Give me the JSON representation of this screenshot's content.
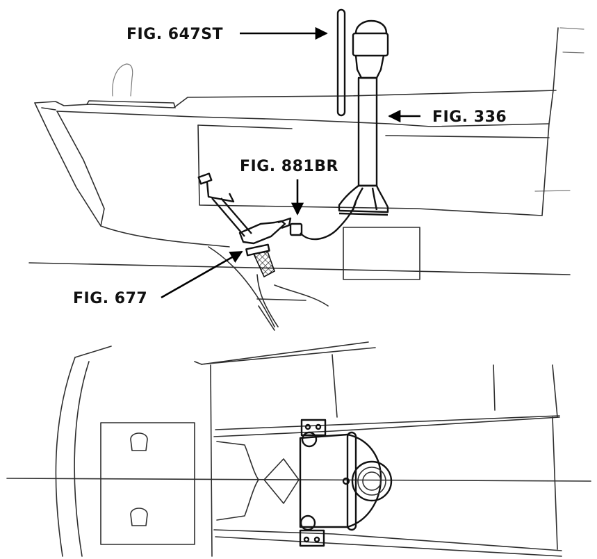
{
  "labels": {
    "fig_647st": "FIG. 647ST",
    "fig_336": "FIG. 336",
    "fig_881br": "FIG. 881BR",
    "fig_677": "FIG. 677"
  }
}
